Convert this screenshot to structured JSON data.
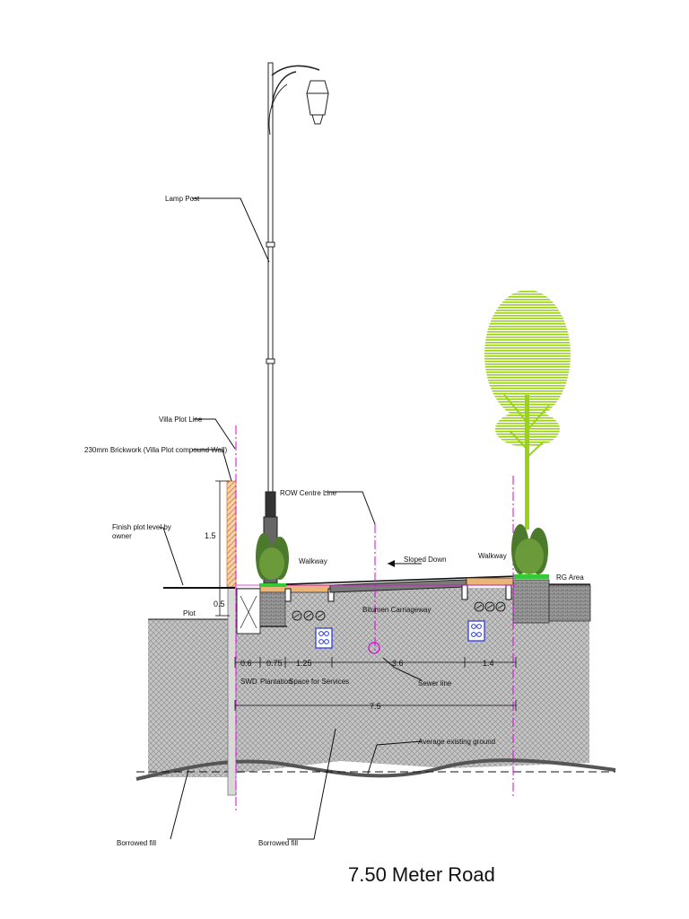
{
  "title": "7.50 Meter Road",
  "labels": {
    "lamp_post": "Lamp Post",
    "villa_plot_line": "Villa Plot Line",
    "brickwork": "230mm Brickwork (Villa Plot compound Wall)",
    "finish_level_1": "Finish plot level by",
    "finish_level_2": "owner",
    "row_centre_line": "ROW Centre Line",
    "walkway_left": "Walkway",
    "walkway_right": "Walkway",
    "sloped_down": "Sloped Down",
    "rg_area": "RG Area",
    "plot": "Plot",
    "carriageway": "Bitumen Carriageway",
    "swd": "SWD",
    "plantation": "Plantation",
    "services": "Space for Services",
    "sewer_line": "Sewer line",
    "average_ground": "Average existing ground",
    "borrowed_fill_left": "Borrowed fill",
    "borrowed_fill_right": "Borrowed fill"
  },
  "dimensions": {
    "wall_height": "1.5",
    "plinth": "0.5",
    "swd_width": "0.6",
    "plantation_width": "0.75",
    "services_width": "1.25",
    "carriageway_width": "3.6",
    "right_walkway_width": "1.4",
    "total_width": "7.5"
  },
  "colors": {
    "fill_hatch": "#8a8a8a",
    "brick": "#e8a05a",
    "centre_line": "#e000e0",
    "tree": "#9ad21a",
    "shrub": "#4c7a2c",
    "grass": "#37c837",
    "services_icon": "#2233dd"
  }
}
